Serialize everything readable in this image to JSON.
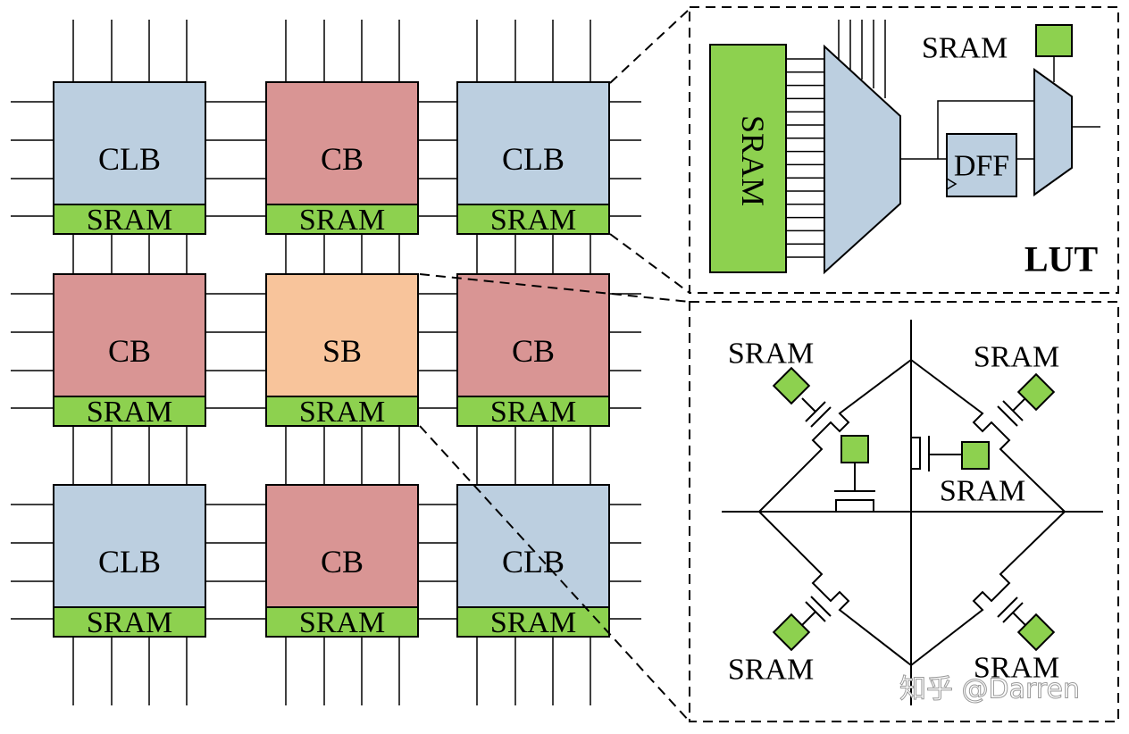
{
  "grid": {
    "rows": [
      [
        {
          "label": "CLB",
          "kind": "clb",
          "sram": "SRAM"
        },
        {
          "label": "CB",
          "kind": "cb",
          "sram": "SRAM"
        },
        {
          "label": "CLB",
          "kind": "clb",
          "sram": "SRAM"
        }
      ],
      [
        {
          "label": "CB",
          "kind": "cb",
          "sram": "SRAM"
        },
        {
          "label": "SB",
          "kind": "sb",
          "sram": "SRAM"
        },
        {
          "label": "CB",
          "kind": "cb",
          "sram": "SRAM"
        }
      ],
      [
        {
          "label": "CLB",
          "kind": "clb",
          "sram": "SRAM"
        },
        {
          "label": "CB",
          "kind": "cb",
          "sram": "SRAM"
        },
        {
          "label": "CLB",
          "kind": "clb",
          "sram": "SRAM"
        }
      ]
    ]
  },
  "lut_panel": {
    "sram_column_label": "SRAM",
    "sram_top_label": "SRAM",
    "dff_label": "DFF",
    "title": "LUT"
  },
  "sb_panel": {
    "labels": {
      "top_left": "SRAM",
      "top_right": "SRAM",
      "center": "SRAM",
      "bottom_left": "SRAM",
      "bottom_right": "SRAM"
    }
  },
  "watermark": "知乎 @Darren",
  "colors": {
    "clb": "#bccfe0",
    "cb": "#d99594",
    "sb": "#f8c49b",
    "sram": "#8dd14f",
    "line": "#000000"
  }
}
